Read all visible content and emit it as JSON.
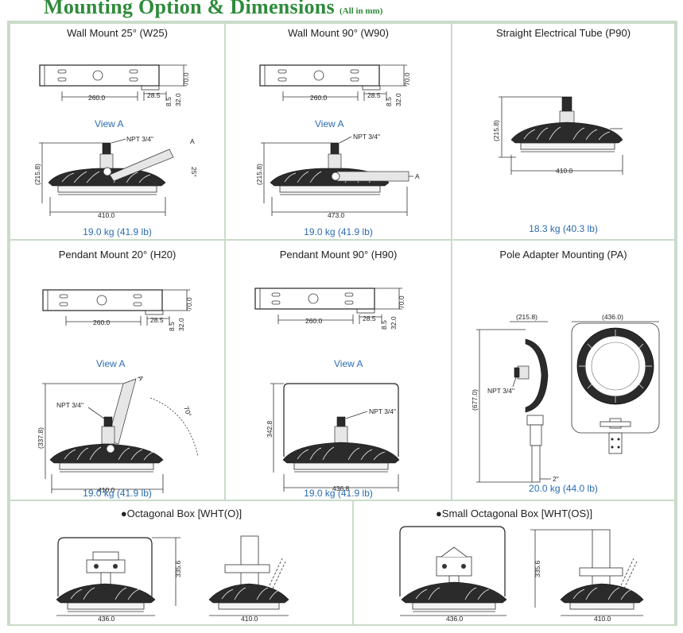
{
  "header": {
    "title": "Mounting Option & Dimensions",
    "subtitle": "(All in mm)"
  },
  "panels": [
    {
      "caption": "Wall Mount 25° (W25)",
      "view_label": "View A",
      "weight": "19.0 kg (41.9 lb)",
      "labels": {
        "d70": "70.0",
        "d285": "28.5",
        "d85": "8.5",
        "d32": "32.0",
        "d260": "260.0",
        "npt": "NPT 3/4\"",
        "h": "(215.8)",
        "w": "410.0",
        "a": "A",
        "d25": "25°"
      }
    },
    {
      "caption": "Wall Mount 90° (W90)",
      "view_label": "View A",
      "weight": "19.0 kg (41.9 lb)",
      "labels": {
        "d70": "70.0",
        "d285": "28.5",
        "d85": "8.5",
        "d32": "32.0",
        "d260": "260.0",
        "npt": "NPT 3/4\"",
        "h": "(215.8)",
        "w": "473.0",
        "a": "A"
      }
    },
    {
      "caption": "Straight Electrical Tube (P90)",
      "weight": "18.3 kg (40.3 lb)",
      "labels": {
        "h": "(215.8)",
        "w": "410.0"
      }
    },
    {
      "caption": "Pendant Mount 20° (H20)",
      "view_label": "View A",
      "weight": "19.0 kg (41.9 lb)",
      "labels": {
        "d70": "70.0",
        "d285": "28.5",
        "d85": "8.5",
        "d32": "32.0",
        "d260": "260.0",
        "npt": "NPT 3/4\"",
        "h": "(337.8)",
        "w": "410.0",
        "a": "A",
        "d70deg": "70°"
      }
    },
    {
      "caption": "Pendant Mount 90° (H90)",
      "view_label": "View A",
      "weight": "19.0 kg (41.9 lb)",
      "labels": {
        "d70": "70.0",
        "d285": "28.5",
        "d85": "8.5",
        "d32": "32.0",
        "d260": "260.0",
        "npt": "NPT 3/4\"",
        "h": "342.8",
        "w": "436.8"
      }
    },
    {
      "caption": "Pole Adapter Mounting (PA)",
      "weight": "20.0 kg (44.0 lb)",
      "labels": {
        "d2158": "(215.8)",
        "d436": "(436.0)",
        "h": "(677.0)",
        "npt": "NPT 3/4\"",
        "pole": "2\""
      }
    },
    {
      "caption": "●Octagonal Box [WHT(O)]",
      "labels": {
        "h": "335.6",
        "w1": "436.0",
        "w2": "410.0"
      }
    },
    {
      "caption": "●Small Octagonal Box [WHT(OS)]",
      "labels": {
        "h": "335.6",
        "w1": "436.0",
        "w2": "410.0"
      }
    }
  ]
}
